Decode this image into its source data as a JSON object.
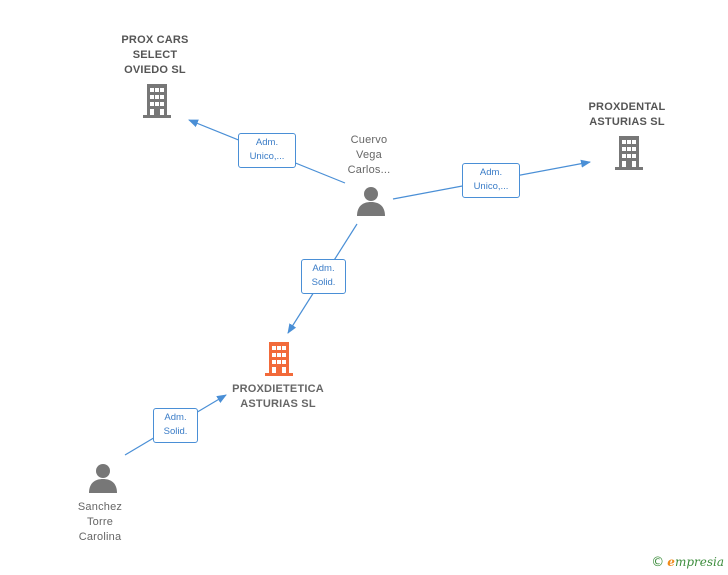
{
  "nodes": {
    "prox_cars": {
      "label": "PROX CARS\nSELECT\nOVIEDO  SL",
      "type": "company"
    },
    "proxdental": {
      "label": "PROXDENTAL\nASTURIAS  SL",
      "type": "company"
    },
    "proxdietetica": {
      "label": "PROXDIETETICA\nASTURIAS  SL",
      "type": "company-highlight"
    },
    "cuervo": {
      "label": "Cuervo\nVega\nCarlos...",
      "type": "person"
    },
    "sanchez": {
      "label": "Sanchez\nTorre\nCarolina",
      "type": "person"
    }
  },
  "edges": {
    "cuervo_proxcars": "Adm.\nUnico,...",
    "cuervo_proxdental": "Adm.\nUnico,...",
    "cuervo_proxdietetica": "Adm.\nSolid.",
    "sanchez_proxdietetica": "Adm.\nSolid."
  },
  "colors": {
    "company": "#777777",
    "company_highlight": "#f26a3a",
    "person": "#777777",
    "edge": "#4a8fd6"
  },
  "footer": {
    "copyright": "©",
    "brand_initial": "e",
    "brand_rest": "mpresia"
  }
}
